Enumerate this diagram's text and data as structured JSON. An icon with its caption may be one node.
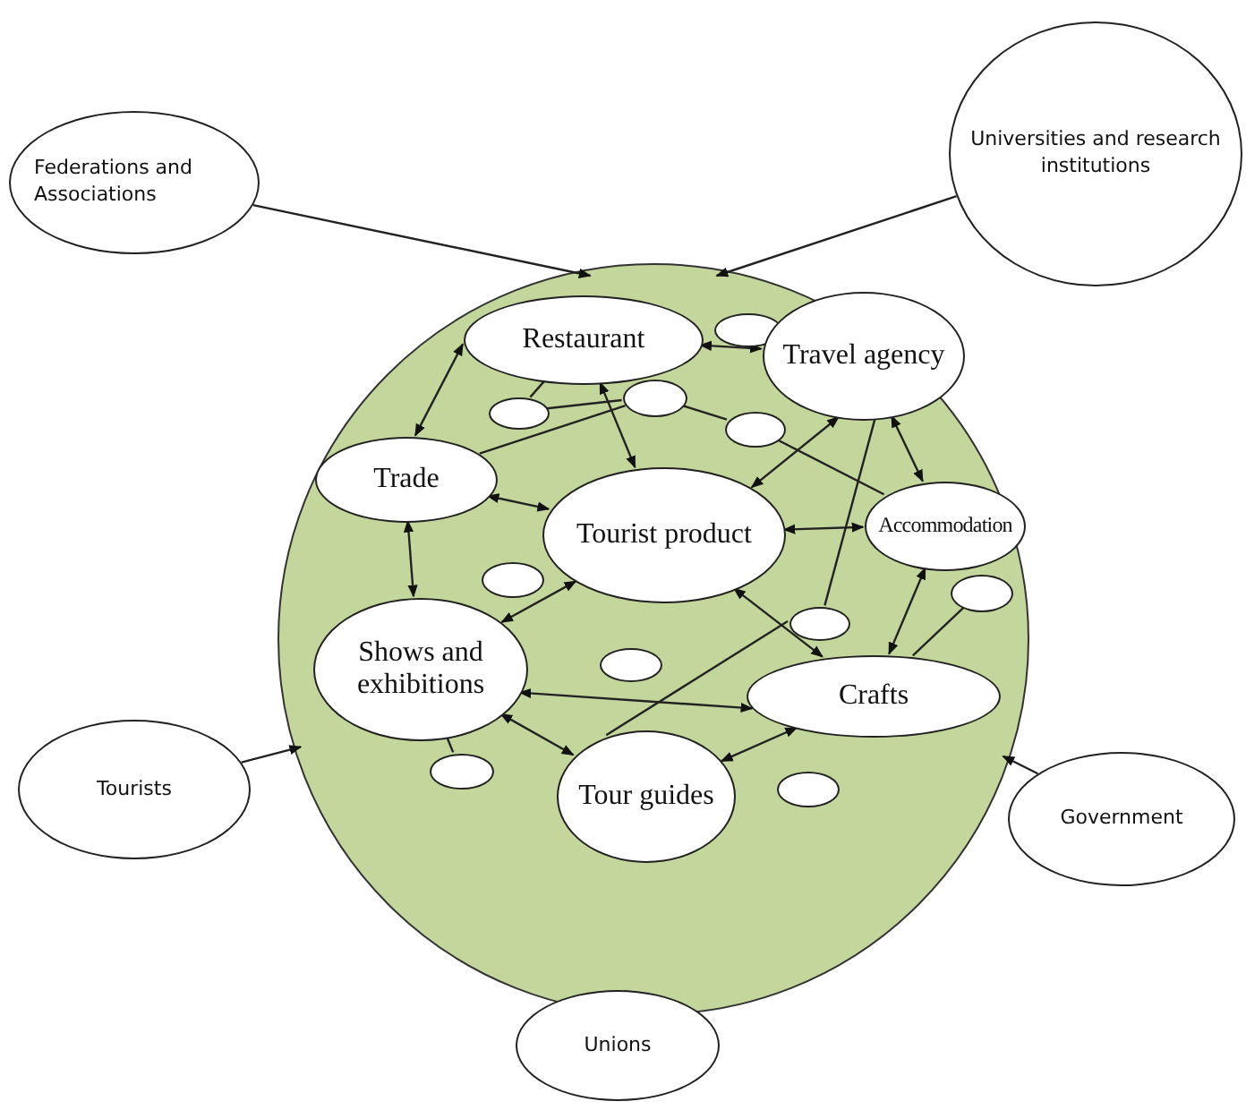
{
  "diagram": {
    "nodes": [
      {
        "text": [],
        "shape": "circle"
      },
      {
        "text": [
          "Federations and Associations"
        ]
      },
      {
        "text": [
          "Universities and research institutions"
        ]
      },
      {
        "text": [
          "Restaurant"
        ],
        "in": 0
      },
      {
        "text": [],
        "shape": "ellipse",
        "in": 0
      },
      {
        "text": [
          "Travel agency"
        ],
        "in": 0
      },
      {
        "text": [],
        "shape": "ellipse",
        "in": 0
      },
      {
        "text": [],
        "shape": "ellipse",
        "in": 0
      },
      {
        "text": [],
        "shape": "ellipse",
        "in": 0
      },
      {
        "text": [
          "Trade"
        ],
        "in": 0
      },
      {
        "text": [
          "Tourist product"
        ],
        "in": 0
      },
      {
        "text": [
          "Accommodation"
        ],
        "in": 0
      },
      {
        "text": [],
        "shape": "ellipse",
        "in": 0
      },
      {
        "text": [],
        "shape": "ellipse",
        "in": 0
      },
      {
        "text": [
          "Shows and exhibitions"
        ],
        "in": 0
      },
      {
        "text": [],
        "shape": "ellipse",
        "in": 0
      },
      {
        "text": [],
        "shape": "ellipse",
        "in": 0
      },
      {
        "text": [
          "Crafts"
        ],
        "in": 0
      },
      {
        "text": [
          "Tour guides"
        ],
        "in": 0
      },
      {
        "text": [],
        "shape": "ellipse",
        "in": 0
      },
      {
        "text": [],
        "shape": "ellipse",
        "in": 0
      },
      {
        "text": [
          "Tourists"
        ]
      },
      {
        "text": [
          "Government"
        ]
      },
      {
        "text": [
          "Unions"
        ]
      }
    ],
    "edges": [
      {
        "from": 1,
        "to": 0,
        "arrow": "to"
      },
      {
        "from": 2,
        "to": 0,
        "arrow": "to"
      },
      {
        "from": 21,
        "to": 0,
        "arrow": "to"
      },
      {
        "from": 22,
        "to": 0,
        "arrow": "to"
      },
      {
        "from": 23,
        "to": 0,
        "arrow": "to"
      },
      {
        "from": 3,
        "to": 5,
        "arrow": "both"
      },
      {
        "from": 3,
        "to": 9,
        "arrow": "both"
      },
      {
        "from": 3,
        "to": 10,
        "arrow": "both"
      },
      {
        "from": 5,
        "to": 10,
        "arrow": "both"
      },
      {
        "from": 5,
        "to": 11,
        "arrow": "both"
      },
      {
        "from": 9,
        "to": 10,
        "arrow": "both"
      },
      {
        "from": 9,
        "to": 14,
        "arrow": "both"
      },
      {
        "from": 10,
        "to": 11,
        "arrow": "both"
      },
      {
        "from": 10,
        "to": 14,
        "arrow": "both"
      },
      {
        "from": 10,
        "to": 17,
        "arrow": "both"
      },
      {
        "from": 11,
        "to": 17,
        "arrow": "both"
      },
      {
        "from": 14,
        "to": 17,
        "arrow": "both"
      },
      {
        "from": 14,
        "to": 18,
        "arrow": "both"
      },
      {
        "from": 18,
        "to": 17,
        "arrow": "both"
      },
      {
        "from": 3,
        "to": 6,
        "arrow": "none"
      },
      {
        "from": 6,
        "to": 7,
        "arrow": "none"
      },
      {
        "from": 9,
        "to": 7,
        "arrow": "none"
      },
      {
        "from": 7,
        "to": 8,
        "arrow": "none"
      },
      {
        "from": 8,
        "to": 11,
        "arrow": "none"
      },
      {
        "from": 5,
        "to": 15,
        "arrow": "none"
      },
      {
        "from": 15,
        "to": 18,
        "arrow": "none"
      },
      {
        "from": 17,
        "to": 13,
        "arrow": "none"
      },
      {
        "from": 14,
        "to": 19,
        "arrow": "none"
      }
    ]
  }
}
